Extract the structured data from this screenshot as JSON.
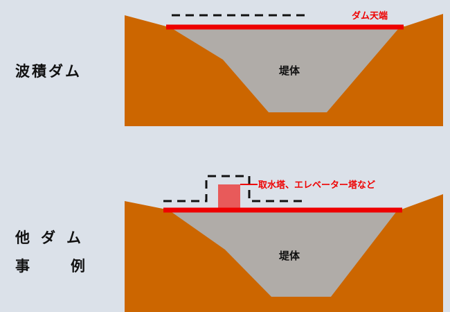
{
  "top_diagram": {
    "row_label": "波積ダム",
    "crest_label": "ダム天端",
    "body_label": "堤体"
  },
  "bottom_diagram": {
    "row_label_line1": "他ダム",
    "row_label_line2_left": "事",
    "row_label_line2_right": "例",
    "tower_label": "取水塔、エレベーター塔など",
    "body_label": "堤体"
  },
  "colors": {
    "background": "#dbe1e9",
    "terrain": "#cc6600",
    "dam_body": "#b0aca8",
    "crest_line": "#ee0000",
    "crest_label": "#ee0000",
    "tower": "#e85a5a",
    "dashed_outline": "#111111"
  }
}
